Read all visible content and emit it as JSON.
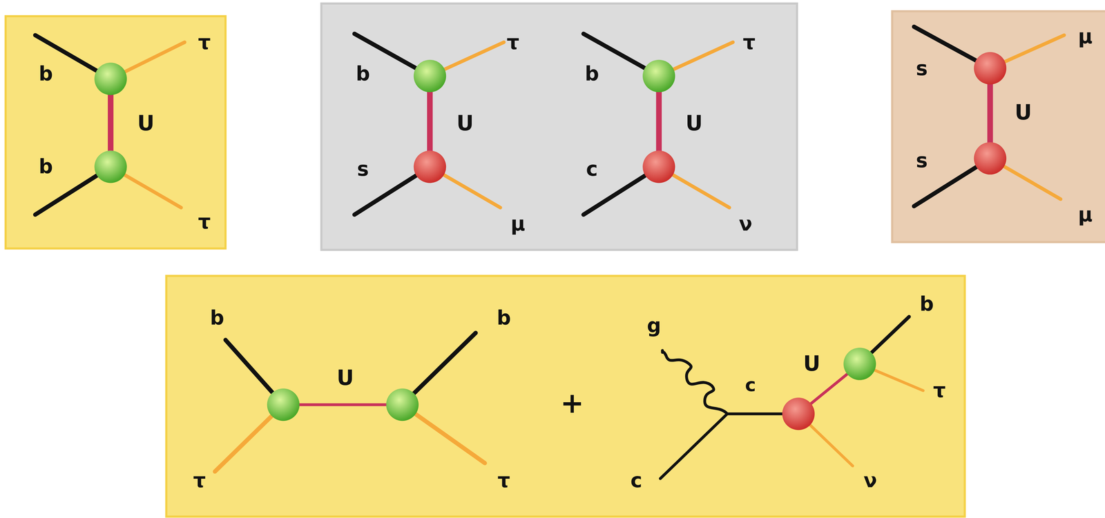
{
  "diagram": {
    "labels": [
      "b",
      "τ",
      "U",
      "b",
      "τ",
      "b",
      "τ",
      "U",
      "s",
      "μ",
      "b",
      "τ",
      "U",
      "c",
      "ν",
      "μ",
      "s",
      "U",
      "s",
      "μ",
      "b",
      "b",
      "U",
      "τ",
      "τ",
      "+",
      "g",
      "b",
      "U",
      "c",
      "τ",
      "c",
      "ν"
    ]
  }
}
